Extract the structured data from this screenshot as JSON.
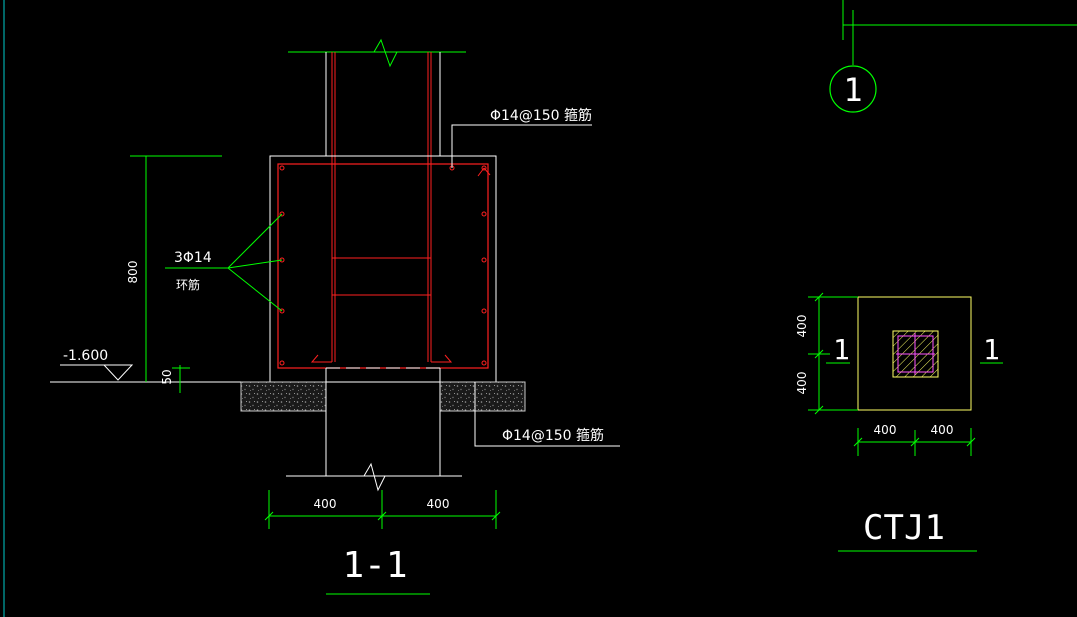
{
  "colors": {
    "background": "#000000",
    "green": "#00ff00",
    "white": "#ffffff",
    "red": "#ff2020",
    "yellow": "#ffff66",
    "cyan": "#00cccc",
    "magenta": "#ff55ff",
    "gray": "#c8c8c8"
  },
  "axis_bubble": "1",
  "section": {
    "title": "1-1",
    "top_bar_label": "Φ14@150  箍筋",
    "bottom_bar_label": "Φ14@150  箍筋",
    "ring_bar_count": "3Φ14",
    "ring_bar_name": "环筋",
    "elevation": "-1.600",
    "height_dim": "800",
    "cover_dim": "50",
    "width_left": "400",
    "width_right": "400"
  },
  "plan": {
    "title": "CTJ1",
    "section_mark_left": "1",
    "section_mark_right": "1",
    "dim_top": "400",
    "dim_bottom": "400",
    "dim_left": "400",
    "dim_right": "400"
  }
}
